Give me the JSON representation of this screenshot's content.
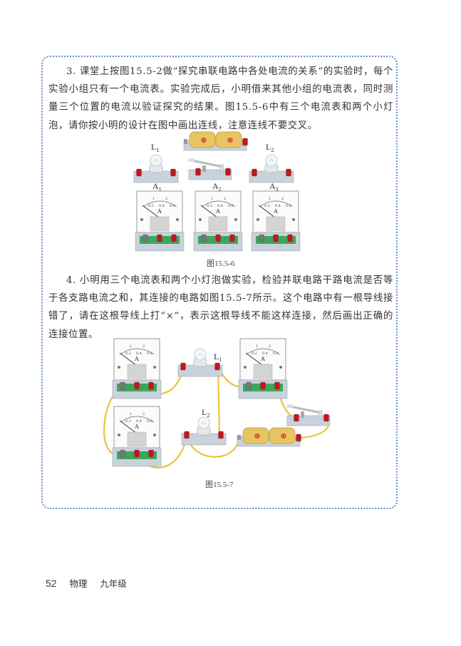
{
  "problem3": {
    "text": "3. 课堂上按图15.5-2做“探究串联电路中各处电流的关系”的实验时，每个实验小组只有一个电流表。实验完成后，小明借来其他小组的电流表，同时测量三个位置的电流以验证探究的结果。图15.5-6中有三个电流表和两个小灯泡，请你按小明的设计在图中画出连线，注意连线不要交叉。"
  },
  "figure1": {
    "caption": "图15.5-6",
    "labels": {
      "l1": {
        "main": "L",
        "sub": "1"
      },
      "l2": {
        "main": "L",
        "sub": "2"
      },
      "a1": {
        "main": "A",
        "sub": "1"
      },
      "a2": {
        "main": "A",
        "sub": "2"
      },
      "a3": {
        "main": "A",
        "sub": "3"
      }
    }
  },
  "problem4": {
    "text": "4. 小明用三个电流表和两个小灯泡做实验，检验并联电路干路电流是否等于各支路电流之和，其连接的电路如图15.5-7所示。这个电路中有一根导线接错了，请在这根导线上打“×”，表示这根导线不能这样连接，然后画出正确的连接位置。"
  },
  "figure2": {
    "caption": "图15.5-7",
    "labels": {
      "l1": {
        "main": "L",
        "sub": "1"
      },
      "l2": {
        "main": "L",
        "sub": "2"
      }
    }
  },
  "meter_scale": {
    "top": [
      "1",
      "2"
    ],
    "bottom": [
      "0.2",
      "0.4",
      "0.6"
    ],
    "symbol": "A"
  },
  "battery_symbol": "⊕",
  "colors": {
    "border": "#6a8fc7",
    "wire": "#e8c440",
    "terminal": "#c8141e",
    "board": "#3ea55a",
    "battery": "#e7c563"
  },
  "footer": {
    "page_number": "52",
    "subject": "物理",
    "grade": "九年级"
  }
}
